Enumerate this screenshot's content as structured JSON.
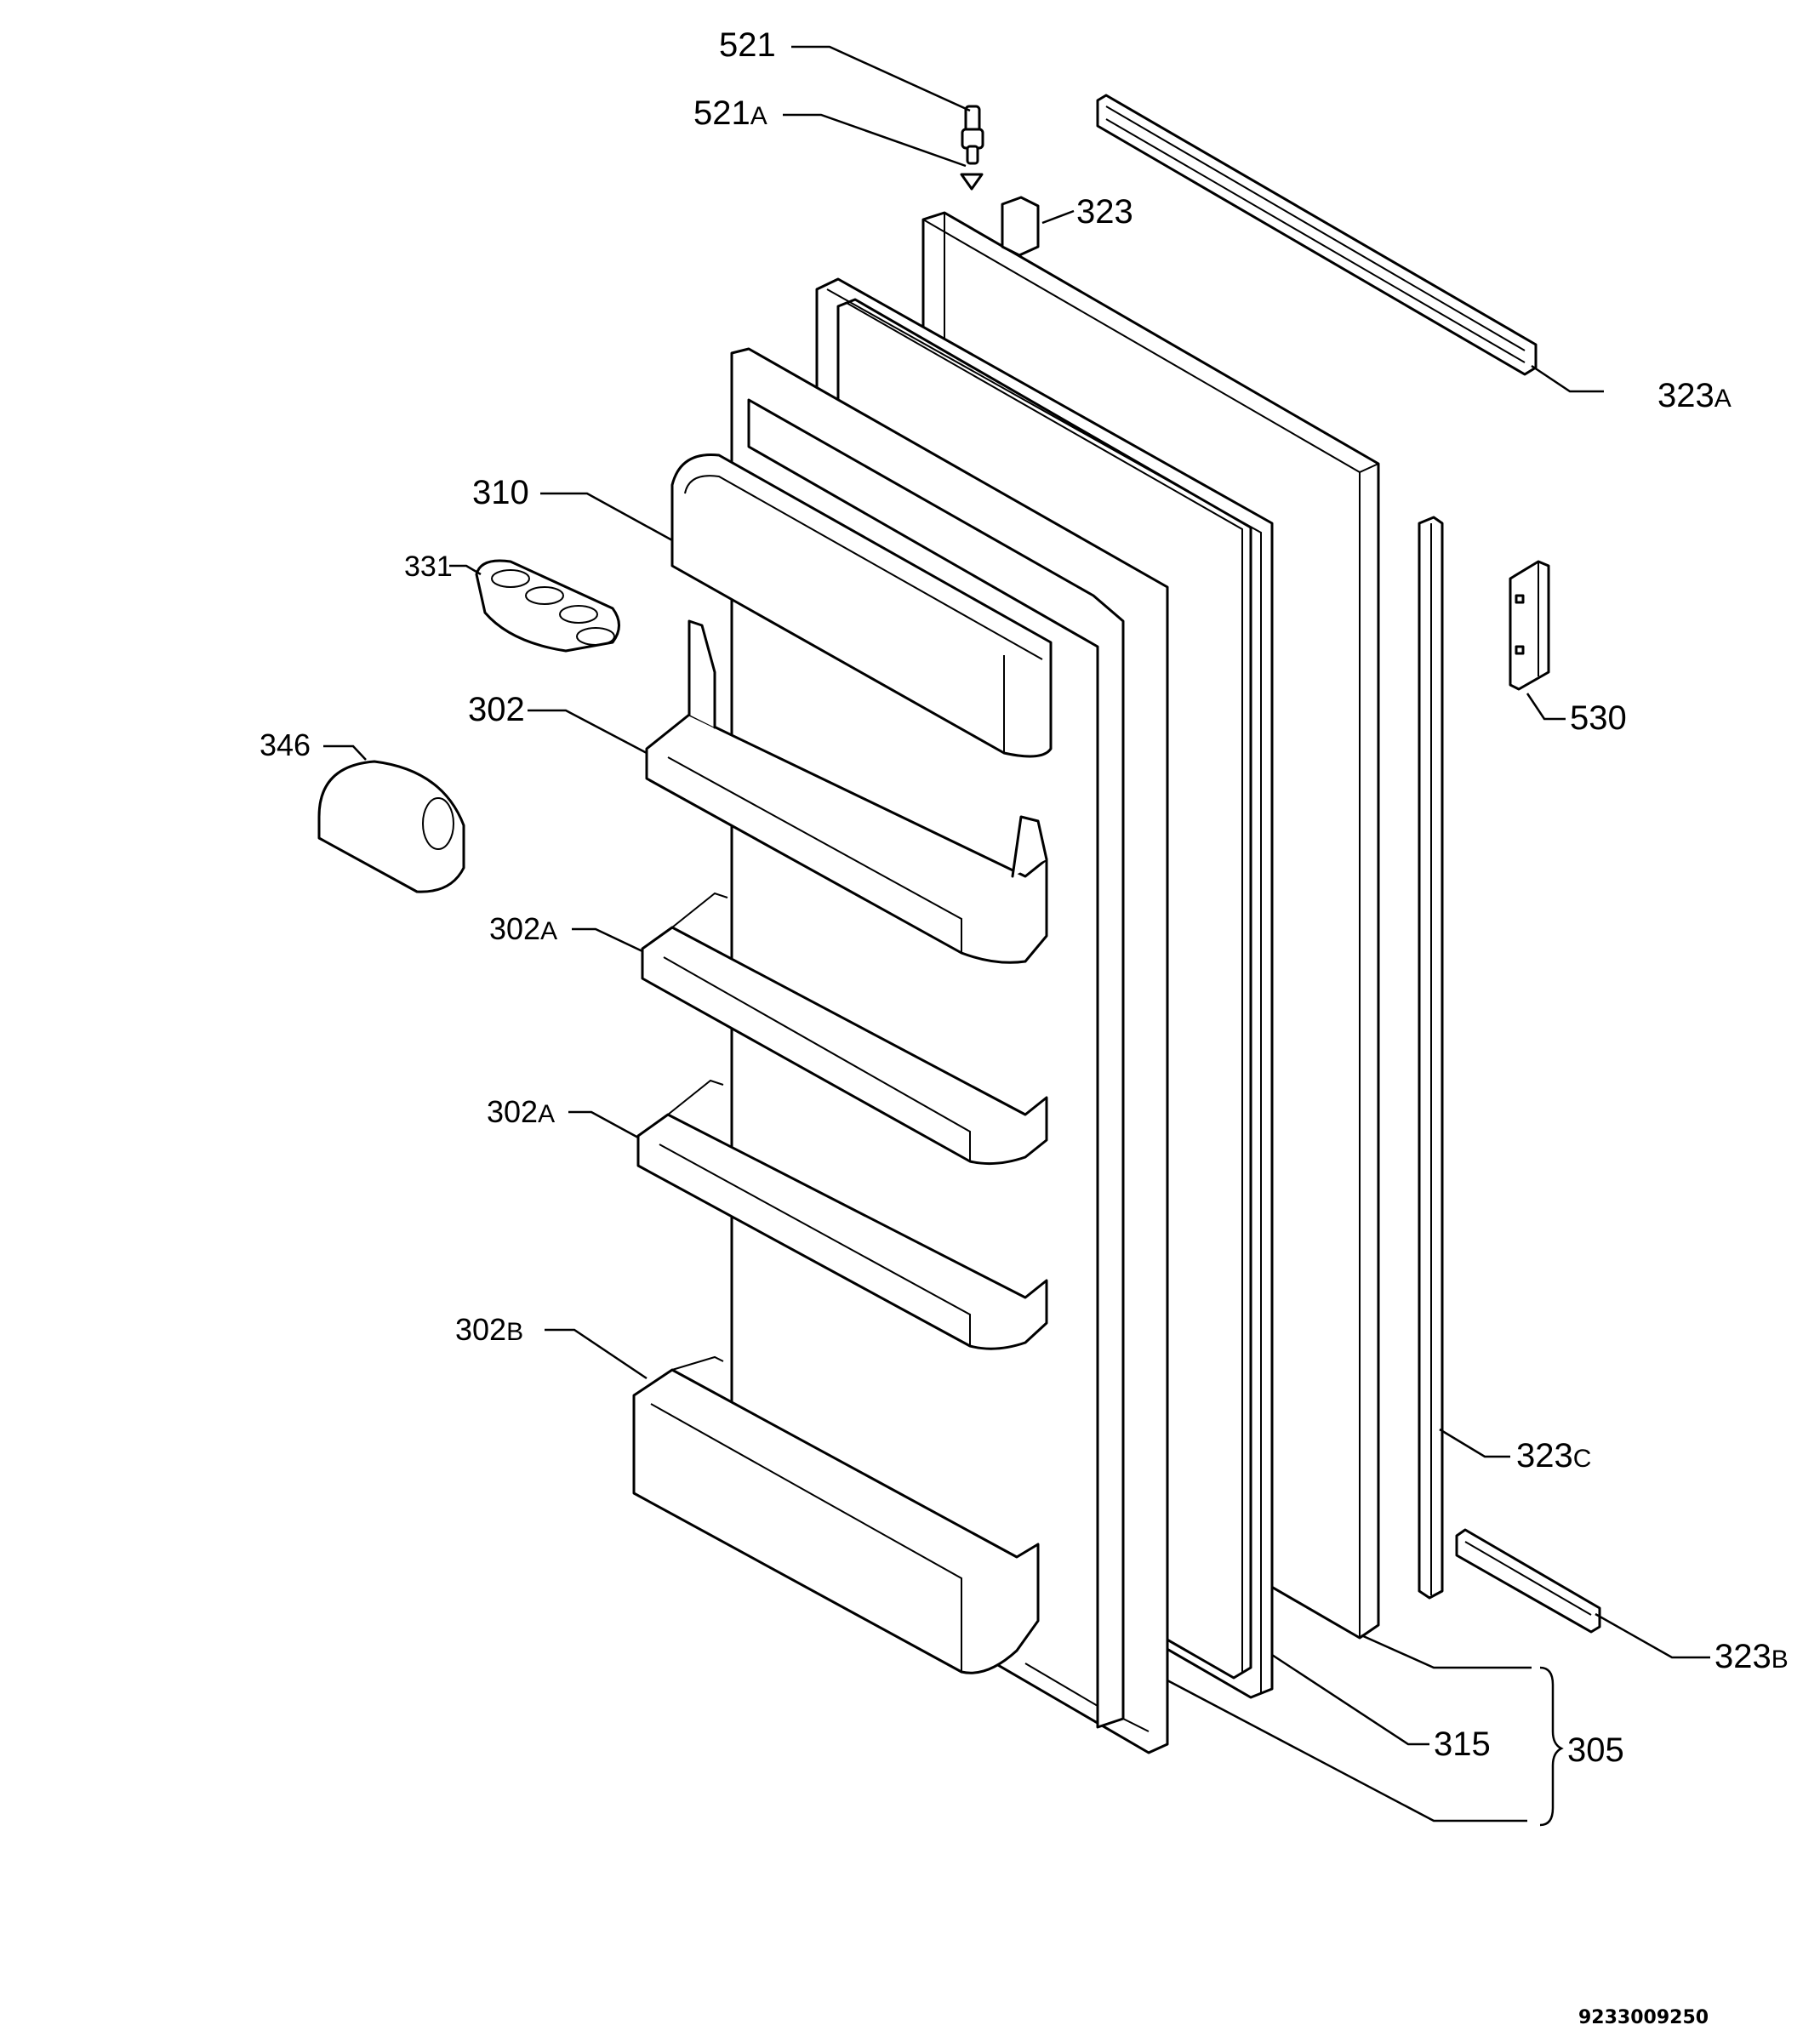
{
  "labels": {
    "p521": "521",
    "p521a_num": "521",
    "p521a_suf": "A",
    "p323": "323",
    "p323a_num": "323",
    "p323a_suf": "A",
    "p310": "310",
    "p331": "331",
    "p302": "302",
    "p346": "346",
    "p530": "530",
    "p302a1_num": "302",
    "p302a1_suf": "A",
    "p302a2_num": "302",
    "p302a2_suf": "A",
    "p302b_num": "302",
    "p302b_suf": "B",
    "p323c_num": "323",
    "p323c_suf": "C",
    "p323b_num": "323",
    "p323b_suf": "B",
    "p315": "315",
    "p305": "305"
  },
  "document_id": "9233009250",
  "colors": {
    "ink": "#000000",
    "paper": "#ffffff"
  }
}
